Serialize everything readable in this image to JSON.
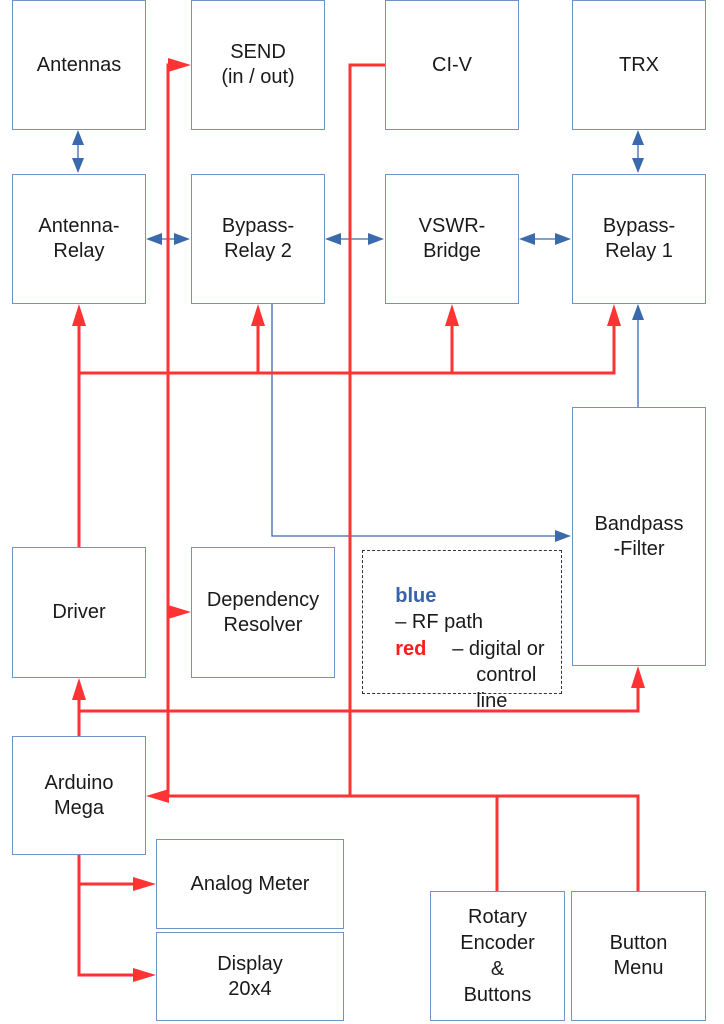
{
  "diagram": {
    "title": "",
    "colors": {
      "rf_path": "#3a69ac",
      "control_line": "#ff3333",
      "box_border": "#6f93c4",
      "text": "#1a1a1a"
    },
    "nodes": {
      "antennas": "Antennas",
      "send": "SEND\n(in / out)",
      "civ": "CI-V",
      "trx": "TRX",
      "antenna_relay": "Antenna-\nRelay",
      "bypass_relay_2": "Bypass-\nRelay 2",
      "vswr_bridge": "VSWR-\nBridge",
      "bypass_relay_1": "Bypass-\nRelay 1",
      "bandpass_filter": "Bandpass\n-Filter",
      "driver": "Driver",
      "dependency_resolver": "Dependency\nResolver",
      "arduino_mega": "Arduino\nMega",
      "analog_meter": "Analog Meter",
      "display": "Display\n20x4",
      "rotary_encoder": "Rotary\nEncoder\n&\nButtons",
      "button_menu": "Button\nMenu"
    },
    "legend": {
      "blue_keyword": "blue",
      "blue_desc": "– RF path",
      "red_keyword": "red",
      "red_desc_1": "– digital or",
      "red_desc_2": "control",
      "red_desc_3": "line"
    },
    "edges": [
      {
        "from": "Antennas",
        "to": "Antenna-Relay",
        "type": "rf",
        "direction": "both"
      },
      {
        "from": "TRX",
        "to": "Bypass-Relay 1",
        "type": "rf",
        "direction": "both"
      },
      {
        "from": "Antenna-Relay",
        "to": "Bypass-Relay 2",
        "type": "rf",
        "direction": "both"
      },
      {
        "from": "Bypass-Relay 2",
        "to": "VSWR-Bridge",
        "type": "rf",
        "direction": "both"
      },
      {
        "from": "VSWR-Bridge",
        "to": "Bypass-Relay 1",
        "type": "rf",
        "direction": "both"
      },
      {
        "from": "Bypass-Relay 2",
        "to": "Bandpass-Filter",
        "type": "rf",
        "direction": "forward"
      },
      {
        "from": "Bandpass-Filter",
        "to": "Bypass-Relay 1",
        "type": "rf",
        "direction": "forward"
      },
      {
        "from": "Driver",
        "to": "Antenna-Relay",
        "type": "control"
      },
      {
        "from": "Driver",
        "to": "Bypass-Relay 2",
        "type": "control"
      },
      {
        "from": "Driver",
        "to": "VSWR-Bridge",
        "type": "control"
      },
      {
        "from": "Driver",
        "to": "Bypass-Relay 1",
        "type": "control"
      },
      {
        "from": "Arduino Mega",
        "to": "Driver",
        "type": "control"
      },
      {
        "from": "Arduino Mega",
        "to": "Bandpass-Filter",
        "type": "control"
      },
      {
        "from": "Arduino Mega",
        "to": "Analog Meter",
        "type": "control"
      },
      {
        "from": "Arduino Mega",
        "to": "Display 20x4",
        "type": "control"
      },
      {
        "from": "Bus",
        "to": "SEND",
        "type": "control"
      },
      {
        "from": "Bus",
        "to": "Dependency Resolver",
        "type": "control"
      },
      {
        "from": "CI-V",
        "to": "Arduino Mega",
        "type": "control"
      },
      {
        "from": "Rotary Encoder & Buttons",
        "to": "Arduino Mega",
        "type": "control"
      },
      {
        "from": "Button Menu",
        "to": "Arduino Mega",
        "type": "control"
      }
    ]
  }
}
